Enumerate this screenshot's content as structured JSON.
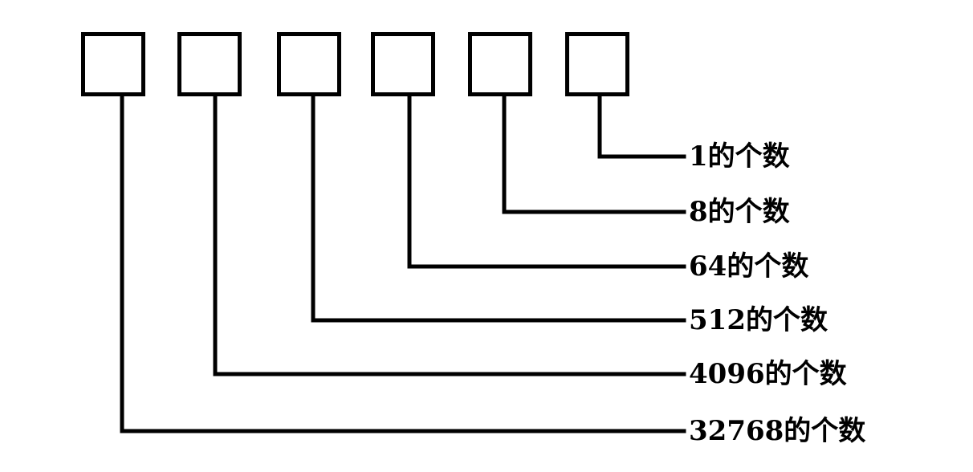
{
  "diagram": {
    "boxes": [
      {
        "id": "box-1"
      },
      {
        "id": "box-2"
      },
      {
        "id": "box-3"
      },
      {
        "id": "box-4"
      },
      {
        "id": "box-5"
      },
      {
        "id": "box-6"
      }
    ],
    "labels": [
      "1的个数",
      "8的个数",
      "64的个数",
      "512的个数",
      "4096的个数",
      "32768的个数"
    ],
    "line_color": "#000000"
  }
}
